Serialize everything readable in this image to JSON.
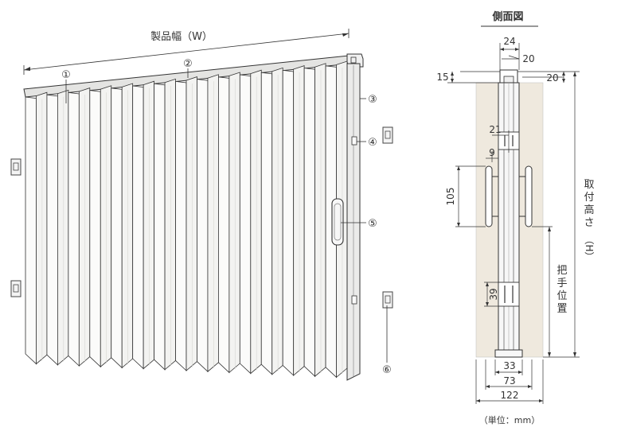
{
  "main_view": {
    "width_label": "製品幅（W）",
    "callouts": [
      "①",
      "②",
      "③",
      "④",
      "⑤",
      "⑥"
    ]
  },
  "side_view": {
    "title": "側面図",
    "dims": {
      "d24": "24",
      "d20_top": "20",
      "d20_right": "20",
      "d15": "15",
      "d21": "21",
      "d9": "9",
      "d105": "105",
      "d39": "39",
      "d33": "33",
      "d73": "73",
      "d122": "122"
    },
    "labels": {
      "height_chars": [
        "取",
        "付",
        "高",
        "さ",
        "（H）"
      ],
      "handle_chars": [
        "把",
        "手",
        "位",
        "置"
      ],
      "unit": "（単位：mm）"
    }
  },
  "colors": {
    "line": "#333333",
    "panel": "#f3f3f1",
    "panel_shadow": "#d6d6d2",
    "wall": "#efe9de"
  }
}
